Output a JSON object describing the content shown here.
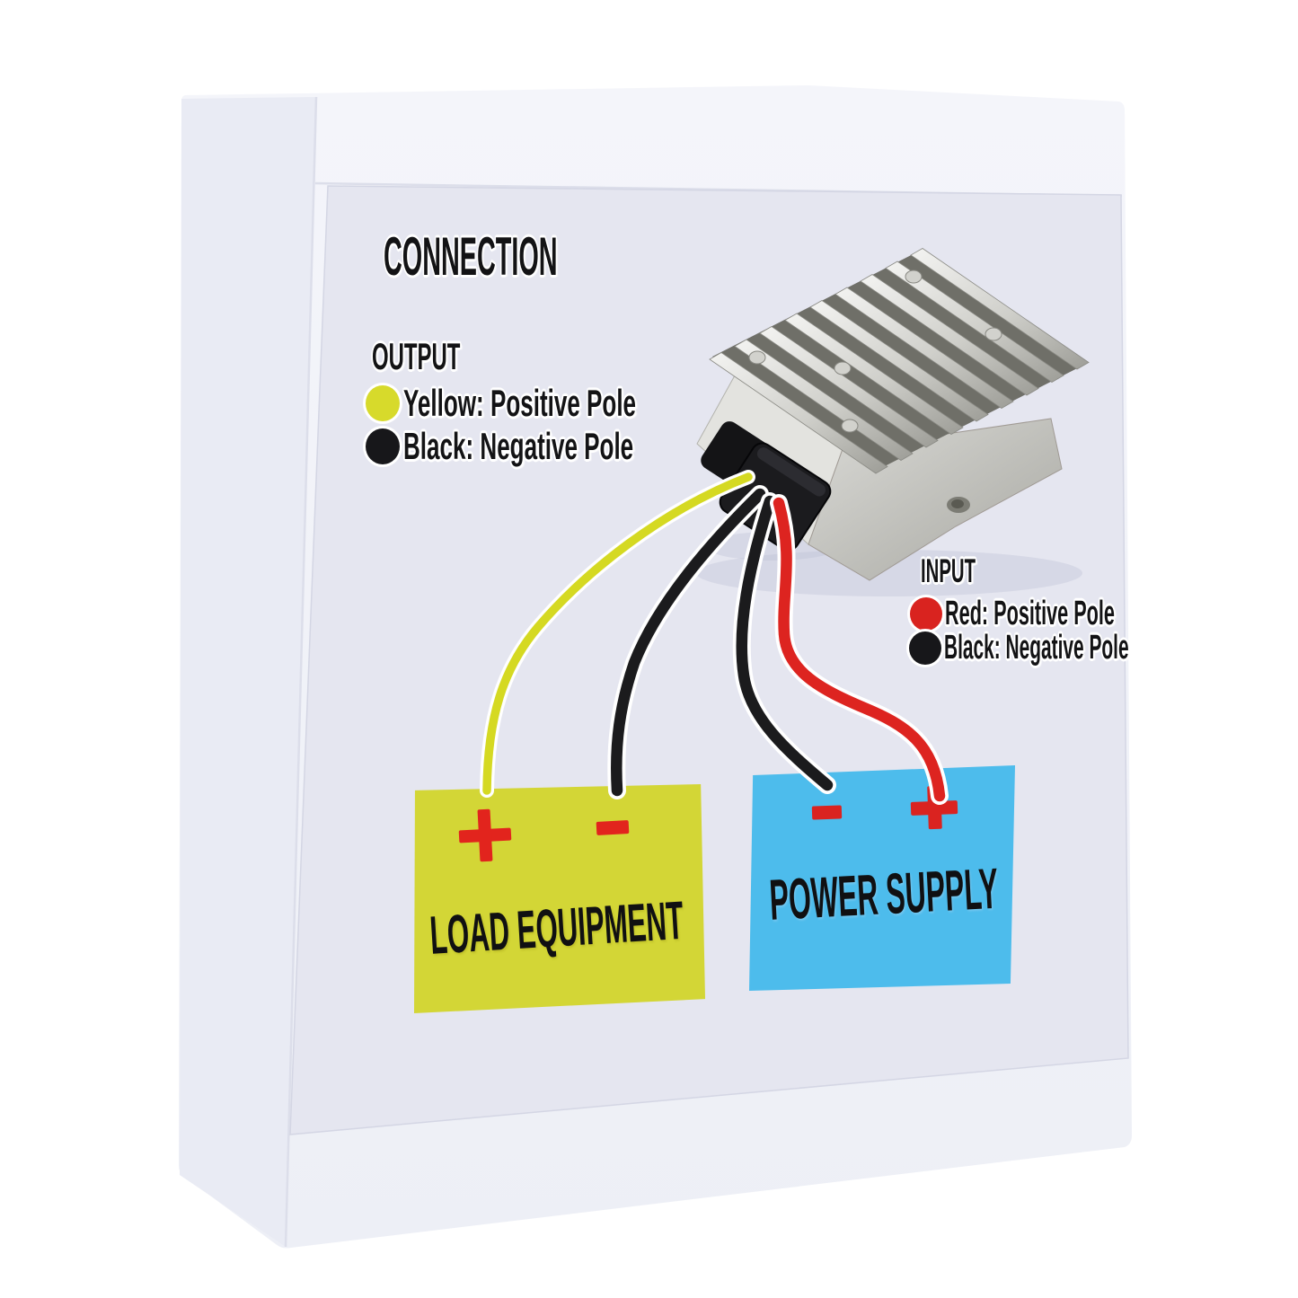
{
  "image": {
    "background": "#ffffff",
    "subject": "dc-voltage-converter-connection-diagram"
  },
  "title": "CONNECTION",
  "output_legend": {
    "heading": "OUTPUT",
    "items": [
      {
        "label": "Yellow: Positive Pole",
        "color": "#d7da2b"
      },
      {
        "label": "Black: Negative Pole",
        "color": "#17171a"
      }
    ]
  },
  "input_legend": {
    "heading": "INPUT",
    "items": [
      {
        "label": "Red: Positive Pole",
        "color": "#d9231f"
      },
      {
        "label": "Black: Negative Pole",
        "color": "#17171a"
      }
    ]
  },
  "blocks": {
    "load_equipment": {
      "label": "LOAD EQUIPMENT",
      "bg": "#d3d636",
      "terminal_left": "+",
      "terminal_right": "-",
      "terminal_color": "#e2241d"
    },
    "power_supply": {
      "label": "POWER SUPPLY",
      "bg": "#4dbcec",
      "terminal_left": "-",
      "terminal_right": "+",
      "terminal_color": "#da2320"
    }
  },
  "wires": [
    {
      "name": "output-positive-yellow",
      "color": "#d5d922"
    },
    {
      "name": "output-negative-black",
      "color": "#1b1b1d"
    },
    {
      "name": "input-negative-black",
      "color": "#1b1b1d"
    },
    {
      "name": "input-positive-red",
      "color": "#dd2420"
    }
  ]
}
